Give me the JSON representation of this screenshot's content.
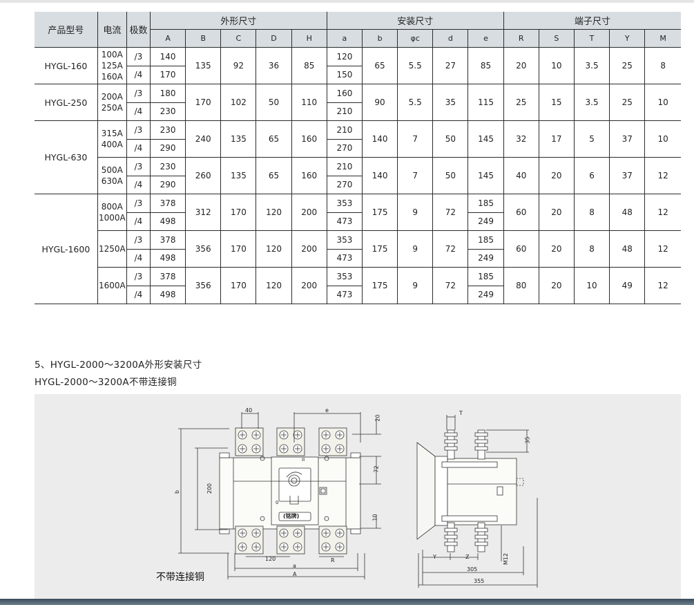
{
  "table": {
    "headers": {
      "model": "产品型号",
      "current": "电流",
      "poles": "极数",
      "outline": "外形尺寸",
      "mounting": "安装尺寸",
      "terminal": "端子尺寸",
      "outline_cols": [
        "A",
        "B",
        "C",
        "D",
        "H"
      ],
      "mounting_cols": [
        "a",
        "b",
        "φc",
        "d",
        "e"
      ],
      "terminal_cols": [
        "R",
        "S",
        "T",
        "Y",
        "M"
      ]
    },
    "groups": [
      {
        "model": "HYGL-160",
        "blocks": [
          {
            "currents": [
              "100A",
              "125A",
              "160A"
            ],
            "p3": "/3",
            "p4": "/4",
            "A3": "140",
            "A4": "170",
            "B": "135",
            "C": "92",
            "D": "36",
            "H": "85",
            "a3": "120",
            "a4": "150",
            "b": "65",
            "c": "5.5",
            "d": "27",
            "e3": "85",
            "e4": "",
            "R": "20",
            "S": "10",
            "T": "3.5",
            "Y": "25",
            "M": "8"
          }
        ]
      },
      {
        "model": "HYGL-250",
        "blocks": [
          {
            "currents": [
              "200A",
              "250A"
            ],
            "p3": "/3",
            "p4": "/4",
            "A3": "180",
            "A4": "230",
            "B": "170",
            "C": "102",
            "D": "50",
            "H": "110",
            "a3": "160",
            "a4": "210",
            "b": "90",
            "c": "5.5",
            "d": "35",
            "e3": "115",
            "e4": "",
            "R": "25",
            "S": "15",
            "T": "3.5",
            "Y": "25",
            "M": "10"
          }
        ]
      },
      {
        "model": "HYGL-630",
        "blocks": [
          {
            "currents": [
              "315A",
              "400A"
            ],
            "p3": "/3",
            "p4": "/4",
            "A3": "230",
            "A4": "290",
            "B": "240",
            "C": "135",
            "D": "65",
            "H": "160",
            "a3": "210",
            "a4": "270",
            "b": "140",
            "c": "7",
            "d": "50",
            "e3": "145",
            "e4": "",
            "R": "32",
            "S": "17",
            "T": "5",
            "Y": "37",
            "M": "10"
          },
          {
            "currents": [
              "500A",
              "630A"
            ],
            "p3": "/3",
            "p4": "/4",
            "A3": "230",
            "A4": "290",
            "B": "260",
            "C": "135",
            "D": "65",
            "H": "160",
            "a3": "210",
            "a4": "270",
            "b": "140",
            "c": "7",
            "d": "50",
            "e3": "145",
            "e4": "",
            "R": "40",
            "S": "20",
            "T": "6",
            "Y": "37",
            "M": "12"
          }
        ]
      },
      {
        "model": "HYGL-1600",
        "blocks": [
          {
            "currents": [
              "800A",
              "1000A"
            ],
            "p3": "/3",
            "p4": "/4",
            "A3": "378",
            "A4": "498",
            "B": "312",
            "C": "170",
            "D": "120",
            "H": "200",
            "a3": "353",
            "a4": "473",
            "b": "175",
            "c": "9",
            "d": "72",
            "e3": "185",
            "e4": "249",
            "R": "60",
            "S": "20",
            "T": "8",
            "Y": "48",
            "M": "12"
          },
          {
            "currents": [
              "1250A"
            ],
            "p3": "/3",
            "p4": "/4",
            "A3": "378",
            "A4": "498",
            "B": "356",
            "C": "170",
            "D": "120",
            "H": "200",
            "a3": "353",
            "a4": "473",
            "b": "175",
            "c": "9",
            "d": "72",
            "e3": "185",
            "e4": "249",
            "R": "60",
            "S": "20",
            "T": "8",
            "Y": "48",
            "M": "12"
          },
          {
            "currents": [
              "1600A"
            ],
            "p3": "/3",
            "p4": "/4",
            "A3": "378",
            "A4": "498",
            "B": "356",
            "C": "170",
            "D": "120",
            "H": "200",
            "a3": "353",
            "a4": "473",
            "b": "175",
            "c": "9",
            "d": "72",
            "e3": "185",
            "e4": "249",
            "R": "80",
            "S": "20",
            "T": "10",
            "Y": "49",
            "M": "12"
          }
        ]
      }
    ]
  },
  "section": {
    "heading": "5、HYGL-2000～3200A外形安装尺寸",
    "subheading": "HYGL-2000～3200A不带连接铜"
  },
  "drawing": {
    "caption": "不带连接铜",
    "front_labels": {
      "w40": "40",
      "e": "e",
      "d20": "20",
      "d72": "72",
      "b": "b",
      "d200": "200",
      "d10": "10",
      "d120": "120",
      "R": "R",
      "a": "a",
      "A": "A",
      "pos_II": "II",
      "pos_0": "0",
      "nameplate": "(铭牌)"
    },
    "side_labels": {
      "T": "T",
      "d35": "35",
      "Y": "Y",
      "Z": "Z",
      "M12": "M12",
      "d305": "305",
      "d355": "355"
    }
  }
}
